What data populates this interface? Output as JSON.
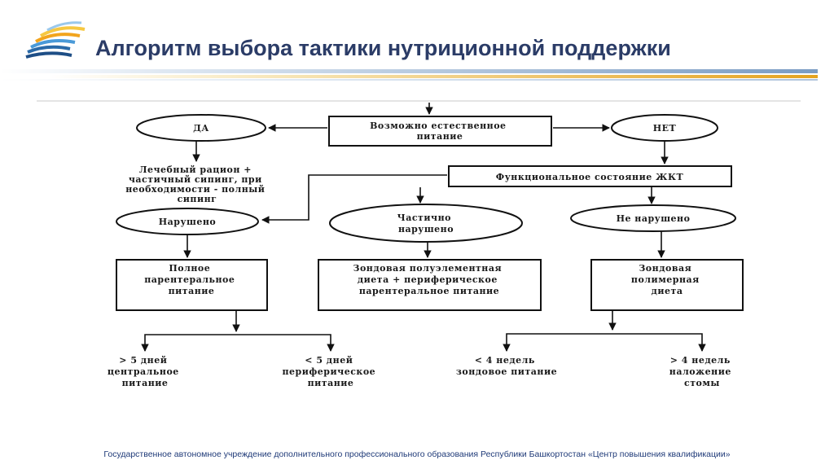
{
  "header": {
    "title": "Алгоритм выбора тактики нутриционной поддержки",
    "title_color": "#2b3c67"
  },
  "diagram": {
    "start": {
      "label": [
        "Возможно естественное",
        "питание"
      ]
    },
    "yes": {
      "label": "ДА"
    },
    "no": {
      "label": "НЕТ"
    },
    "yes_result": {
      "label": [
        "Лечебный рацион +",
        "частичный сипинг, при",
        "необходимости - полный",
        "сипинг"
      ]
    },
    "gi_function": {
      "label": "Функциональное состояние ЖКТ"
    },
    "impaired": {
      "label": "Нарушено"
    },
    "partially_impaired": {
      "label": [
        "Частично",
        "нарушено"
      ]
    },
    "not_impaired": {
      "label": "Не нарушено"
    },
    "full_parenteral": {
      "label": [
        "Полное",
        "парентеральное",
        "питание"
      ]
    },
    "tube_semi_elemental": {
      "label": [
        "Зондовая полуэлементная",
        "диета + периферическое",
        "парентеральное питание"
      ]
    },
    "tube_polymeric": {
      "label": [
        "Зондовая",
        "полимерная",
        "диета"
      ]
    },
    "over_5_days": {
      "label": [
        "> 5 дней",
        "центральное",
        "питание"
      ]
    },
    "under_5_days": {
      "label": [
        "< 5 дней",
        "периферическое",
        "питание"
      ]
    },
    "under_4_weeks": {
      "label": [
        "< 4 недель",
        "зондовое питание"
      ]
    },
    "over_4_weeks": {
      "label": [
        "> 4 недель",
        "наложение",
        "стомы"
      ]
    }
  },
  "footer": {
    "text": "Государственное автономное учреждение дополнительного профессионального образования Республики Башкортостан «Центр повышения квалификации»"
  }
}
